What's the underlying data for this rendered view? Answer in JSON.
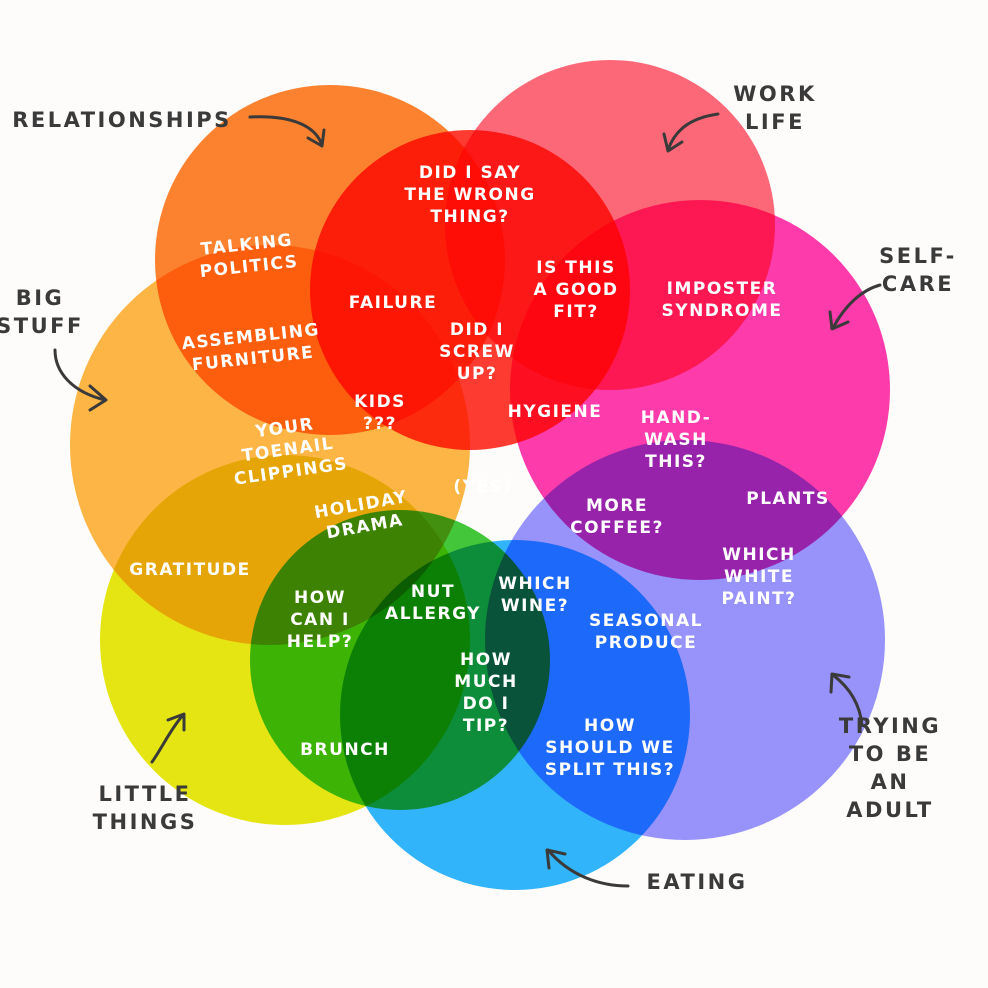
{
  "categories": [
    {
      "id": "relationships",
      "label": "RELATIONSHIPS",
      "color": "#ff7a1f"
    },
    {
      "id": "work-life",
      "label": "WORK\nLIFE",
      "color": "#ff5c70"
    },
    {
      "id": "self-care",
      "label": "SELF-\nCARE",
      "color": "#ff2aa8"
    },
    {
      "id": "trying-to-be-an-adult",
      "label": "TRYING\nTO BE AN\nADULT",
      "color": "#8f8cff"
    },
    {
      "id": "eating",
      "label": "EATING",
      "color": "#1fb0ff"
    },
    {
      "id": "little-things",
      "label": "LITTLE\nTHINGS",
      "color": "#e6e600"
    },
    {
      "id": "big-stuff",
      "label": "BIG\nSTUFF",
      "color": "#ffb236"
    }
  ],
  "extra_colors": {
    "failure_circle": "#ff2a1f",
    "green_circle": "#33c42a"
  },
  "items": [
    {
      "id": "did-i-say-the-wrong-thing",
      "text": "DID I SAY\nTHE WRONG\nTHING?"
    },
    {
      "id": "talking-politics",
      "text": "TALKING\nPOLITICS"
    },
    {
      "id": "failure",
      "text": "FAILURE"
    },
    {
      "id": "is-this-a-good-fit",
      "text": "IS THIS\nA GOOD\nFIT?"
    },
    {
      "id": "imposter-syndrome",
      "text": "IMPOSTER\nSYNDROME"
    },
    {
      "id": "assembling-furniture",
      "text": "ASSEMBLING\nFURNITURE"
    },
    {
      "id": "did-i-screw-up",
      "text": "DID I\nSCREW\nUP?"
    },
    {
      "id": "kids",
      "text": "KIDS\n???"
    },
    {
      "id": "hygiene",
      "text": "HYGIENE"
    },
    {
      "id": "hand-wash-this",
      "text": "HAND-\nWASH\nTHIS?"
    },
    {
      "id": "your-toenail-clippings",
      "text": "YOUR\nTOENAIL\nCLIPPINGS"
    },
    {
      "id": "yes",
      "text": "(YES)"
    },
    {
      "id": "holiday-drama",
      "text": "HOLIDAY\nDRAMA"
    },
    {
      "id": "more-coffee",
      "text": "MORE\nCOFFEE?"
    },
    {
      "id": "plants",
      "text": "PLANTS"
    },
    {
      "id": "gratitude",
      "text": "GRATITUDE"
    },
    {
      "id": "which-white-paint",
      "text": "WHICH\nWHITE\nPAINT?"
    },
    {
      "id": "how-can-i-help",
      "text": "HOW\nCAN I\nHELP?"
    },
    {
      "id": "nut-allergy",
      "text": "NUT\nALLERGY"
    },
    {
      "id": "which-wine",
      "text": "WHICH\nWINE?"
    },
    {
      "id": "seasonal-produce",
      "text": "SEASONAL\nPRODUCE"
    },
    {
      "id": "how-much-do-i-tip",
      "text": "HOW\nMUCH\nDO I\nTIP?"
    },
    {
      "id": "how-should-we-split-this",
      "text": "HOW\nSHOULD WE\nSPLIT THIS?"
    },
    {
      "id": "brunch",
      "text": "BRUNCH"
    }
  ]
}
